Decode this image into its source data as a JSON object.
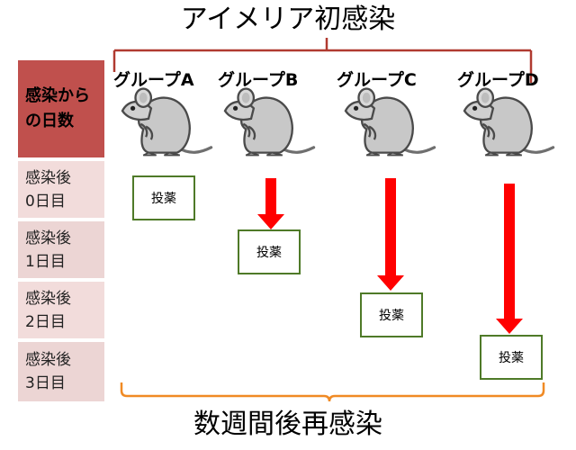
{
  "title": "アイメリア初感染",
  "footer": "数週間後再感染",
  "table": {
    "header_line1": "感染から",
    "header_line2": "の日数",
    "rows": [
      {
        "line1": "感染後",
        "line2": "0日目"
      },
      {
        "line1": "感染後",
        "line2": "1日目"
      },
      {
        "line1": "感染後",
        "line2": "2日目"
      },
      {
        "line1": "感染後",
        "line2": "3日目"
      }
    ]
  },
  "groups": [
    {
      "label": "グループA",
      "action": "投薬"
    },
    {
      "label": "グループB",
      "action": "投薬"
    },
    {
      "label": "グループC",
      "action": "投薬"
    },
    {
      "label": "グループD",
      "action": "投薬"
    }
  ],
  "colors": {
    "header_fill": "#c0504d",
    "row_fill": "#f2dcdb",
    "top_bracket": "#b03a30",
    "bottom_bracket": "#f08a24",
    "arrow": "#ff0000",
    "box_border": "#4f7a28"
  }
}
